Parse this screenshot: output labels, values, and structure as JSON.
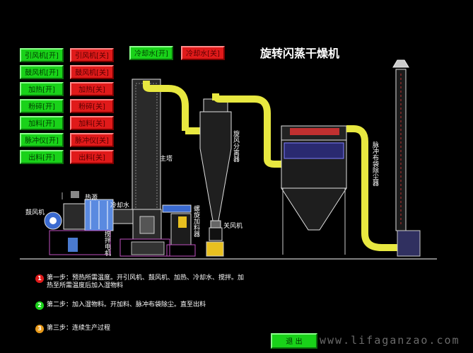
{
  "title": "旋转闪蒸干燥机",
  "buttons_on": [
    "引风机[开]",
    "鼓风机[开]",
    "加热[开]",
    "粉碎[开]",
    "加料[开]",
    "脉冲仪[开]",
    "出料[开]"
  ],
  "buttons_off": [
    "引风机[关]",
    "鼓风机[关]",
    "加热[关]",
    "粉碎[关]",
    "加料[关]",
    "脉冲仪[关]",
    "出料[关]"
  ],
  "cooling": {
    "on": "冷却水[开]",
    "off": "冷却水[关]"
  },
  "labels": {
    "main_tower": "主塔",
    "heat_source": "热源",
    "blower": "鼓风机",
    "cooling_water": "冷却水",
    "close_fan": "关风机",
    "cyclone": "旋风分离器",
    "screw_feeder": "螺旋加料器",
    "stirrer": "搅拌电机",
    "pulse_filter": "脉冲布袋除尘器"
  },
  "steps": [
    {
      "num": "1",
      "text": "第一步：预热所需温度。开引风机、鼓风机、加热、冷却水、搅拌。加热至所需温度后加入湿物料"
    },
    {
      "num": "2",
      "text": "第二步：加入湿物料。开加料、脉冲布袋除尘。直至出料"
    },
    {
      "num": "3",
      "text": "第三步：连续生产过程"
    }
  ],
  "exit_label": "退 出",
  "watermark": "www.lifaganzao.com",
  "colors": {
    "on": "#19d219",
    "off": "#e01a1a",
    "pipe": "#e8e840",
    "step1": "#e01a1a",
    "step2": "#19d219",
    "step3": "#e89a1a"
  }
}
